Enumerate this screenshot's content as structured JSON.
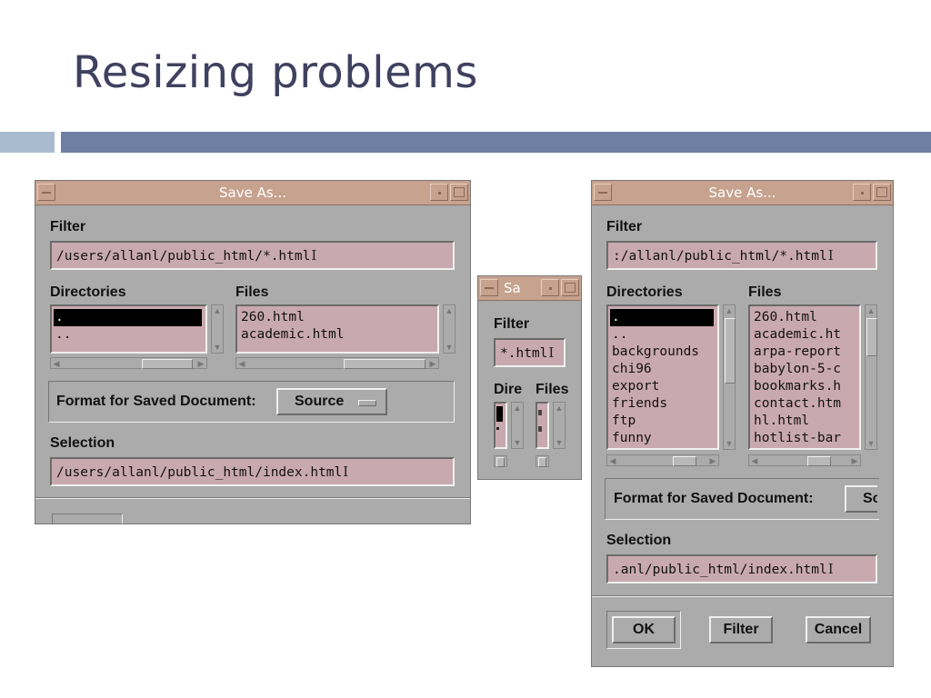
{
  "slide": {
    "title": "Resizing problems"
  },
  "dialog_large": {
    "title": "Save As...",
    "filter_label": "Filter",
    "filter_value": "/users/allanl/public_html/*.html",
    "directories_label": "Directories",
    "files_label": "Files",
    "directories": [
      ".",
      ".."
    ],
    "files": [
      "260.html",
      "academic.html"
    ],
    "format_label": "Format for Saved Document:",
    "format_value": "Source",
    "selection_label": "Selection",
    "selection_value": "/users/allanl/public_html/index.html"
  },
  "dialog_small": {
    "title": "Sa",
    "filter_label": "Filter",
    "filter_value": "*.html",
    "directories_label": "Dire",
    "files_label": "Files"
  },
  "dialog_tall": {
    "title": "Save As...",
    "filter_label": "Filter",
    "filter_value": ":/allanl/public_html/*.html",
    "directories_label": "Directories",
    "files_label": "Files",
    "directories": [
      ".",
      "..",
      "backgrounds",
      "chi96",
      "export",
      "friends",
      "ftp",
      "funny"
    ],
    "files": [
      "260.html",
      "academic.ht",
      "arpa-report",
      "babylon-5-c",
      "bookmarks.h",
      "contact.htm",
      "hl.html",
      "hotlist-bar"
    ],
    "format_label": "Format for Saved Document:",
    "format_value": "So",
    "selection_label": "Selection",
    "selection_value": ".anl/public_html/index.html",
    "ok_label": "OK",
    "filter_button_label": "Filter",
    "cancel_label": "Cancel"
  },
  "colors": {
    "title_bar": "#c7a28e",
    "window_bg": "#ababab",
    "field_bg": "#c9a9b0",
    "accent_bar": "#6f7fa3",
    "accent_bar_light": "#a9bccf",
    "title_text": "#404060"
  }
}
